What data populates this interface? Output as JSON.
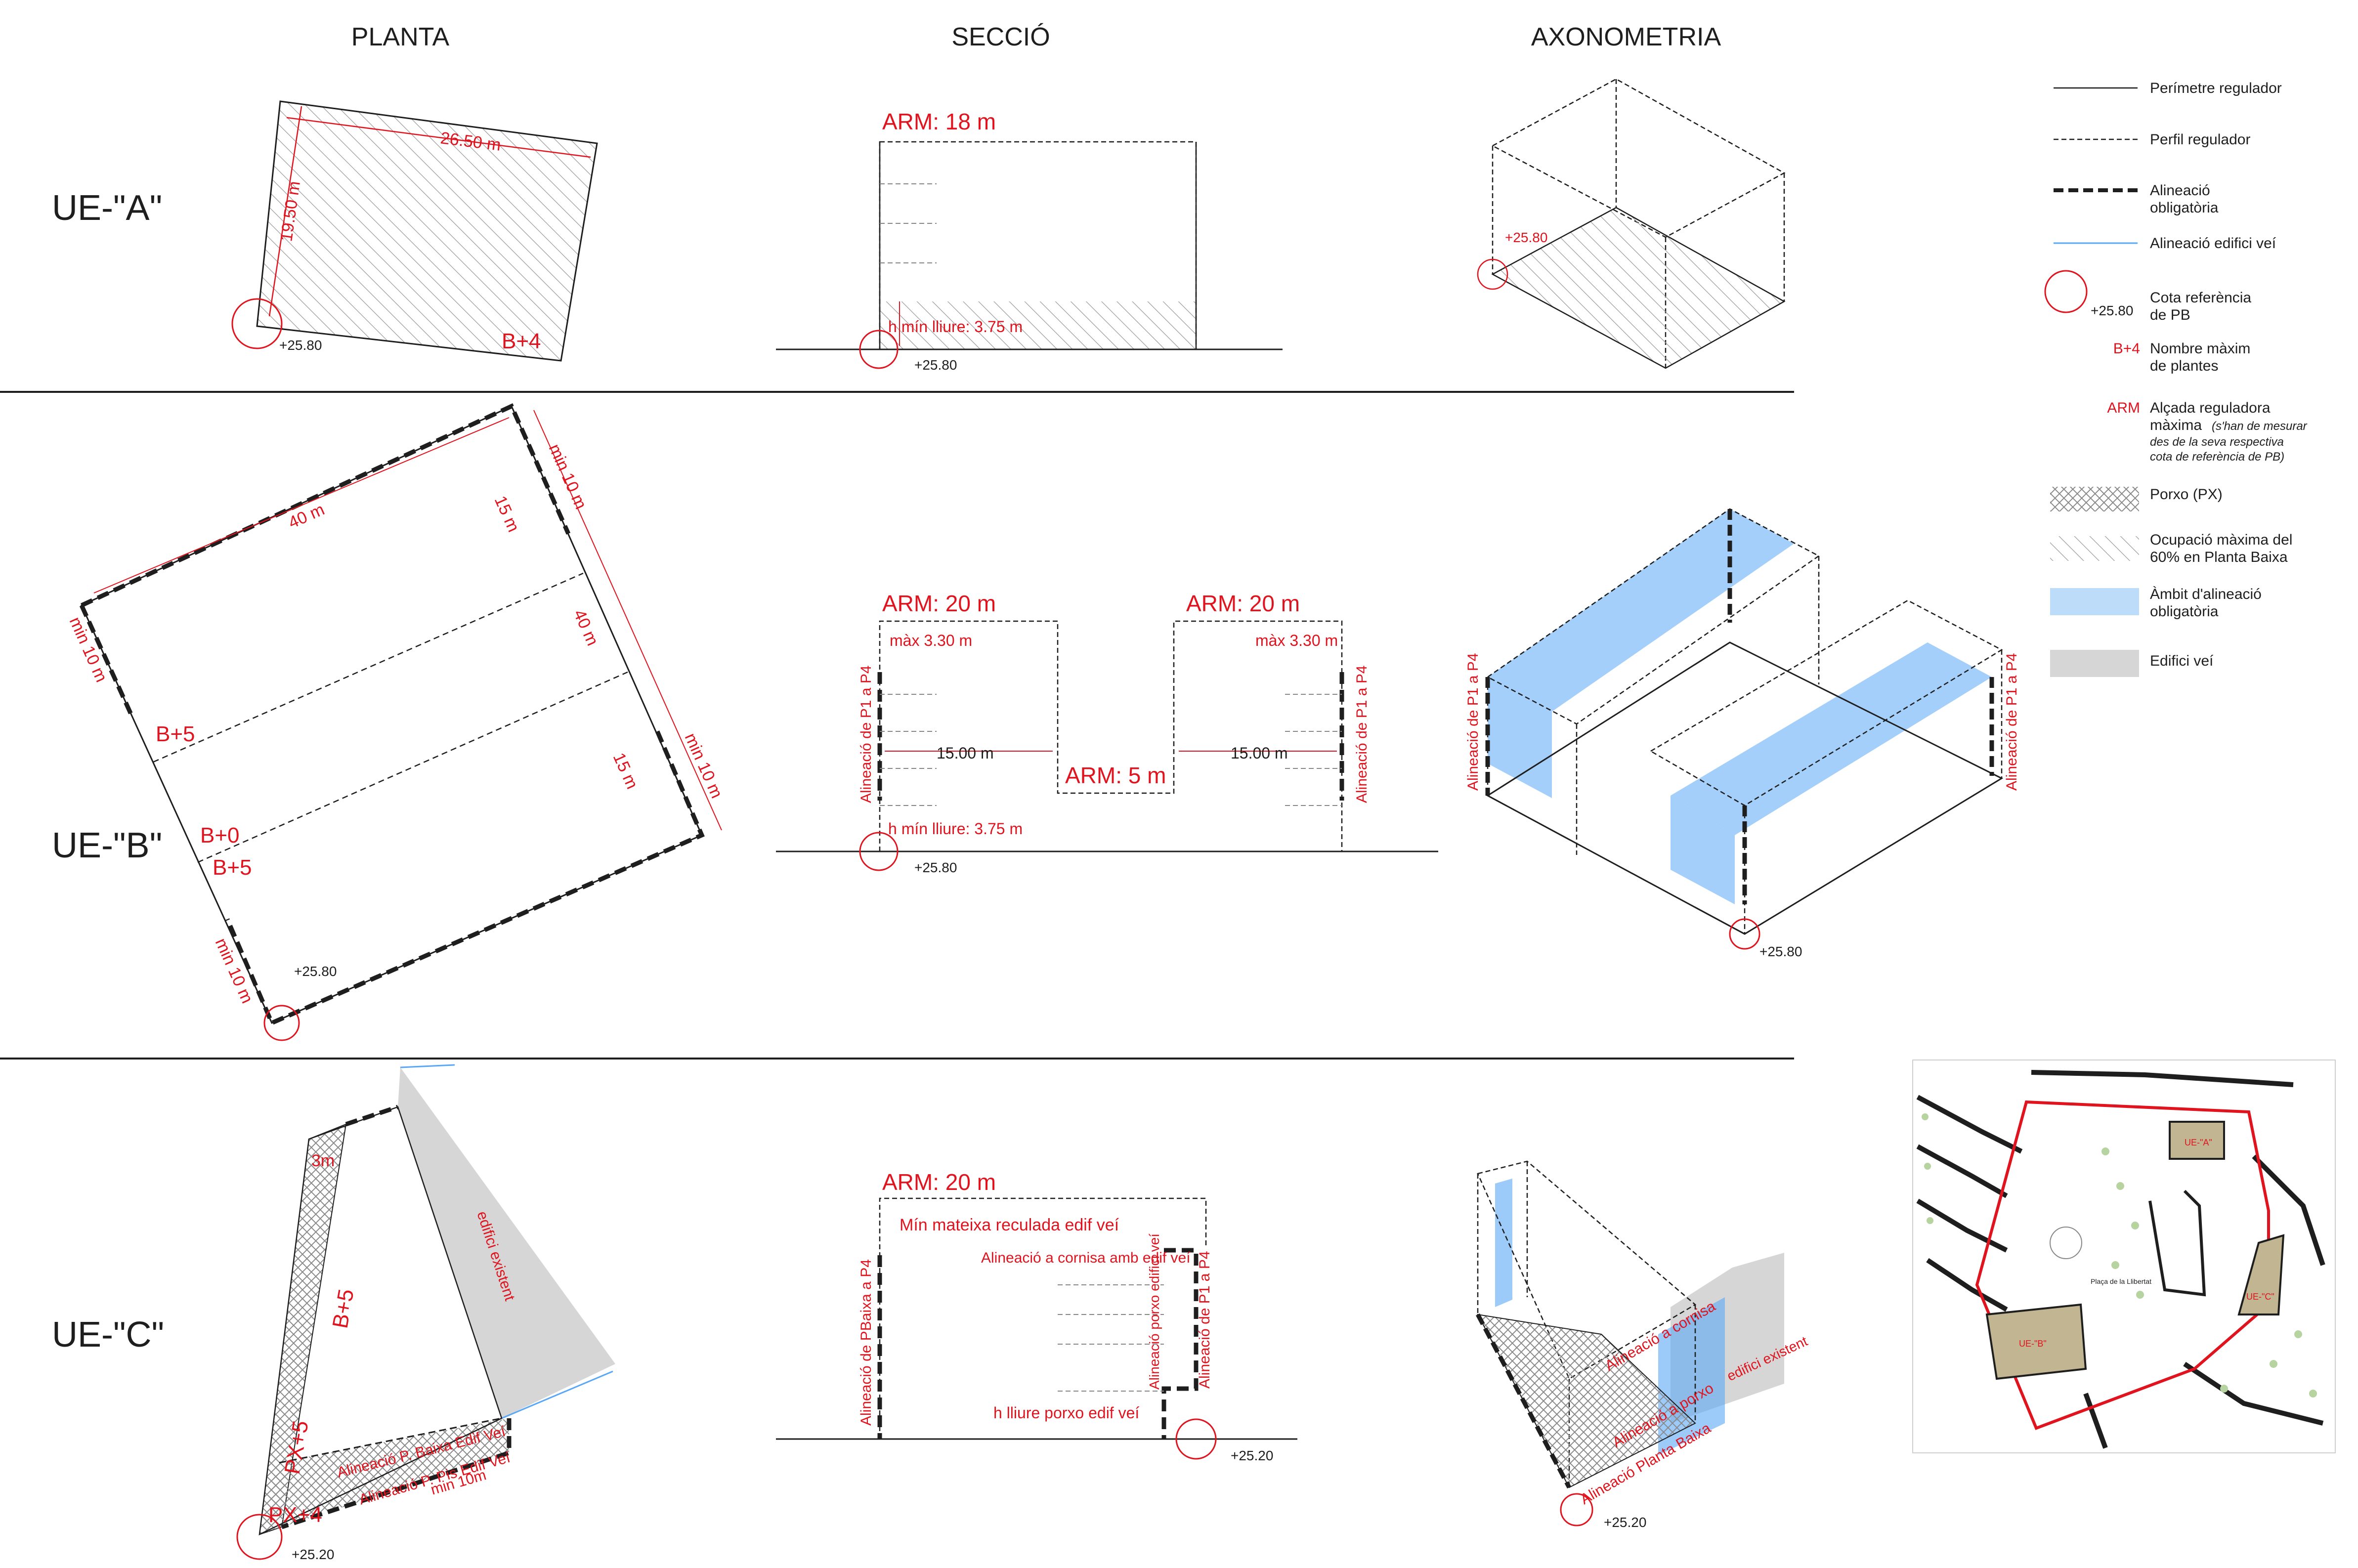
{
  "headers": {
    "planta": "PLANTA",
    "seccio": "SECCIÓ",
    "axonometria": "AXONOMETRIA"
  },
  "rows": {
    "a": {
      "label": "UE-\"A\"",
      "plan": {
        "width_dim": "26.50 m",
        "depth_dim": "19.50 m",
        "floors": "B+4",
        "level": "+25.80"
      },
      "section": {
        "arm": "ARM: 18 m",
        "hmin": "h mín lliure: 3.75 m",
        "level": "+25.80"
      },
      "axo": {
        "level": "+25.80"
      }
    },
    "b": {
      "label": "UE-\"B\"",
      "plan": {
        "dim_40_top": "40 m",
        "dim_40_right": "40 m",
        "dim_15_top": "15 m",
        "dim_15_bottom": "15 m",
        "min_top_right": "min 10 m",
        "min_left": "min 10 m",
        "min_right": "min 10 m",
        "min_bottom_left": "min 10 m",
        "floors_1": "B+5",
        "floors_0": "B+0",
        "floors_2": "B+5",
        "level": "+25.80"
      },
      "section": {
        "arm_left": "ARM: 20 m",
        "arm_right": "ARM: 20 m",
        "arm_mid": "ARM: 5 m",
        "max_left": "màx 3.30 m",
        "max_right": "màx 3.30 m",
        "span_left": "15.00 m",
        "span_right": "15.00 m",
        "align_left": "Alineació de P1 a P4",
        "align_right": "Alineació de P1 a P4",
        "hmin": "h mín lliure: 3.75 m",
        "level": "+25.80"
      },
      "axo": {
        "align_left": "Alineació de P1 a P4",
        "align_right": "Alineació de P1 a P4",
        "level": "+25.80"
      }
    },
    "c": {
      "label": "UE-\"C\"",
      "plan": {
        "dim_3m": "3m",
        "floors": "B+5",
        "px5": "PX+5",
        "px4": "PX+4",
        "align_baixa": "Alineació P. Baixa Edif Veí",
        "align_pis": "Alineació P. Pis Edif Veí",
        "min": "min 10m",
        "existing": "edifici existent",
        "level": "+25.20"
      },
      "section": {
        "arm": "ARM: 20 m",
        "min_reculada": "Mín mateixa reculada edif veí",
        "align_cornisa": "Alineació a cornisa amb edif veí",
        "align_pbaixa": "Alineació de PBaixa a P4",
        "align_p1p4": "Alineació de P1 a P4",
        "align_porxo": "Alineació porxo edifici veí",
        "hporxo": "h lliure porxo edif veí",
        "level": "+25.20"
      },
      "axo": {
        "align_cornisa": "Alineació a cornisa",
        "align_porxo": "Alineació a porxo",
        "align_pbaixa": "Alineació Planta Baixa",
        "existing": "edifici existent",
        "level": "+25.20"
      }
    }
  },
  "legend": {
    "perimetre": "Perímetre regulador",
    "perfil": "Perfil regulador",
    "alineacio": [
      "Alineació",
      "obligatòria"
    ],
    "alineacio_veí": "Alineació edifici veí",
    "cota": [
      "Cota referència",
      "de PB"
    ],
    "cota_value": "+25.80",
    "bplus": "B+4",
    "nombre": [
      "Nombre màxim",
      "de plantes"
    ],
    "arm": "ARM",
    "alcada": [
      "Alçada reguladora",
      "màxima"
    ],
    "alcada_note": [
      "(s'han de mesurar",
      "des de la seva respectiva",
      "cota de referència de PB)"
    ],
    "porxo": "Porxo (PX)",
    "ocupacio": [
      "Ocupació màxima del",
      "60% en Planta Baixa"
    ],
    "ambit": [
      "Àmbit d'alineació",
      "obligatòria"
    ],
    "edifici_vei": "Edifici veí"
  },
  "map": {
    "ue_a": "UE-\"A\"",
    "ue_b": "UE-\"B\"",
    "ue_c": "UE-\"C\"",
    "plaza": "Plaça de la Llibertat"
  },
  "colors": {
    "red": "#e0141e",
    "blue": "#5aa8f5",
    "line": "#1e1e1e",
    "grey": "#d6d6d6",
    "building": "#c2b592"
  }
}
